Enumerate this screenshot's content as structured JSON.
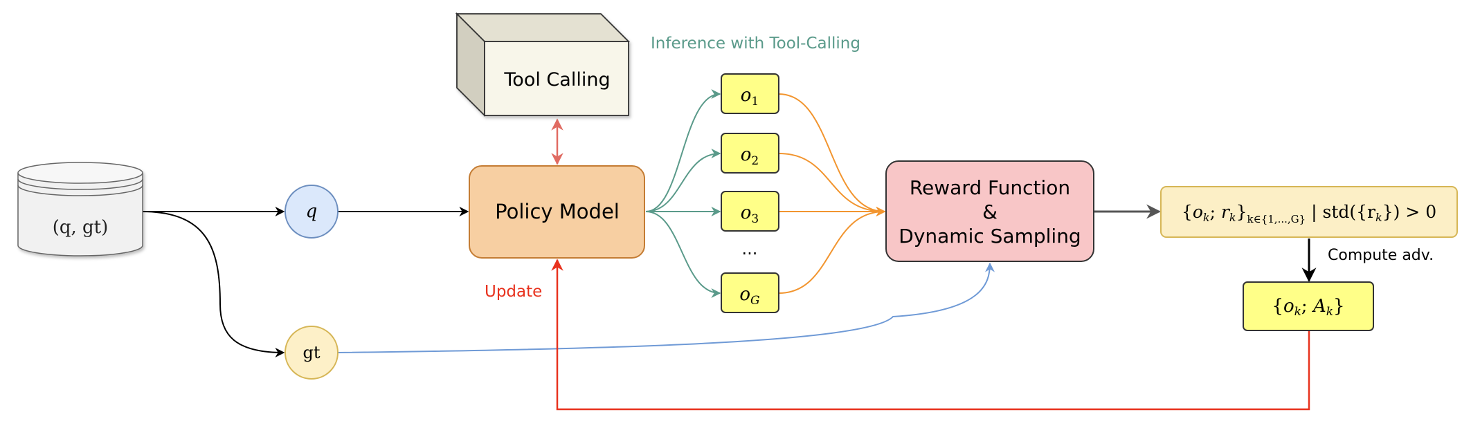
{
  "nodes": {
    "dataset": {
      "label": "(q, gt)"
    },
    "q": {
      "label": "q"
    },
    "gt": {
      "label": "gt"
    },
    "policy_model": {
      "label": "Policy Model"
    },
    "tool_calling": {
      "label": "Tool Calling"
    },
    "outputs": [
      {
        "base": "o",
        "sub": "1"
      },
      {
        "base": "o",
        "sub": "2"
      },
      {
        "base": "o",
        "sub": "3"
      },
      {
        "base": "o",
        "sub": "G"
      }
    ],
    "ellipsis": "...",
    "reward": {
      "line1": "Reward Function",
      "line2": "&",
      "line3": "Dynamic Sampling"
    },
    "filtered_set": {
      "open": "{",
      "o": "o",
      "o_sub": "k",
      "sep": "; ",
      "r": "r",
      "r_sub": "k",
      "close": "}",
      "set_sub": "k∈{1,...,G}",
      "condition": " | std({r",
      "cond_sub": "k",
      "condition_tail": "}) > 0"
    },
    "adv_set": {
      "open": "{",
      "o": "o",
      "o_sub": "k",
      "sep": "; ",
      "a": "A",
      "a_sub": "k",
      "close": "}"
    }
  },
  "annotations": {
    "inference": "Inference with Tool-Calling",
    "update": "Update",
    "compute_adv": "Compute adv."
  },
  "colors": {
    "black": "#000000",
    "teal": "#5a9a8a",
    "orange": "#f2952f",
    "red": "#e8321e",
    "blue": "#6f9ad6",
    "tool_arrow": "#e06b62",
    "policy_fill": "#f7cfa2",
    "policy_stroke": "#c47c33",
    "reward_fill": "#f8c6c7",
    "output_fill": "#ffff88",
    "filtered_fill": "#fcefc6",
    "filtered_stroke": "#d6b656",
    "q_fill": "#dbe8fb",
    "q_stroke": "#6c8ebf",
    "gt_fill": "#fdf0c8",
    "gt_stroke": "#d6b656"
  }
}
